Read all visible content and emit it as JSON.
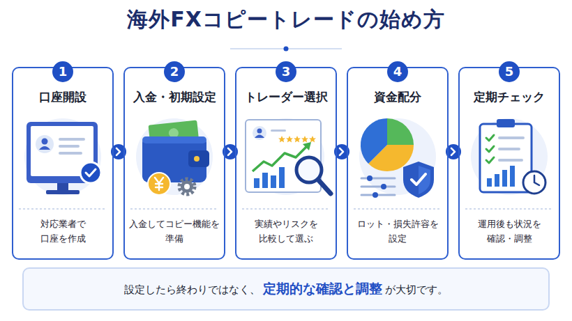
{
  "diagram": {
    "title": "海外FXコピートレードの始め方",
    "nodes": [
      {
        "text": [
          "1",
          "口座開設",
          "対応業者で 口座を作成"
        ]
      },
      {
        "text": [
          "2",
          "入金・初期設定",
          "入金してコピー機能を 準備"
        ]
      },
      {
        "text": [
          "3",
          "トレーダー選択",
          "実績やリスクを 比較して選ぶ"
        ]
      },
      {
        "text": [
          "4",
          "資金配分",
          "ロット・損失許容を 設定"
        ]
      },
      {
        "text": [
          "5",
          "定期チェック",
          "運用後も状況を 確認・調整"
        ]
      },
      {
        "text": [
          "設定したら終わりではなく、",
          "定期的な確認と調整",
          "が大切です。"
        ]
      }
    ],
    "edges": [
      {
        "from": 0,
        "to": 1,
        "arrow": "to"
      },
      {
        "from": 1,
        "to": 2,
        "arrow": "to"
      },
      {
        "from": 2,
        "to": 3,
        "arrow": "to"
      },
      {
        "from": 3,
        "to": 4,
        "arrow": "to"
      }
    ]
  }
}
